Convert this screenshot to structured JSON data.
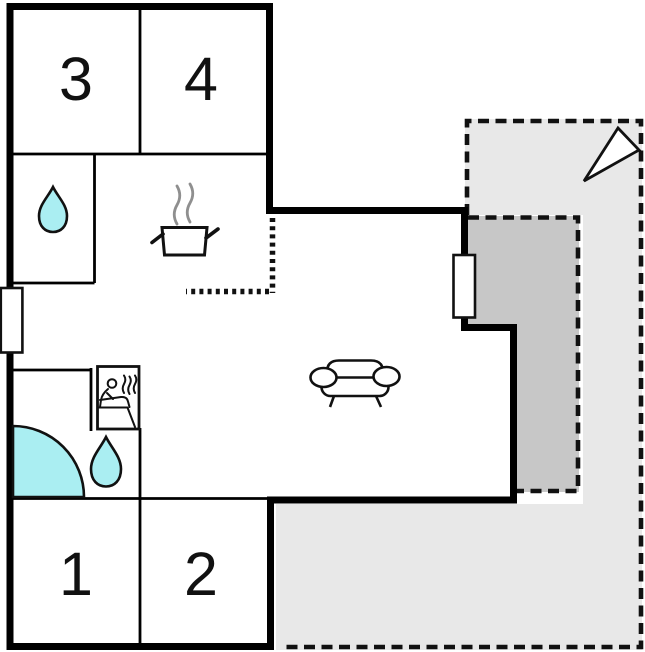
{
  "floorplan": {
    "rooms": [
      {
        "id": "room-3",
        "label": "3"
      },
      {
        "id": "room-4",
        "label": "4"
      },
      {
        "id": "room-1",
        "label": "1"
      },
      {
        "id": "room-2",
        "label": "2"
      }
    ],
    "icons": [
      {
        "name": "water-drop",
        "area": "bathroom-upper"
      },
      {
        "name": "water-drop",
        "area": "bathroom-lower"
      },
      {
        "name": "shower-quarter-circle",
        "area": "bathroom-lower"
      },
      {
        "name": "sauna-person",
        "area": "bathroom-lower"
      },
      {
        "name": "stove-pot-steam",
        "area": "kitchen"
      },
      {
        "name": "sofa",
        "area": "living-room"
      },
      {
        "name": "north-arrow",
        "area": "terrace"
      }
    ],
    "colors": {
      "wall": "#000000",
      "water": "#aaeef2",
      "terrace": "#e8e8e8",
      "covered_terrace": "#c7c7c7",
      "steam": "#8f8f8f",
      "dash": "#111111"
    }
  }
}
